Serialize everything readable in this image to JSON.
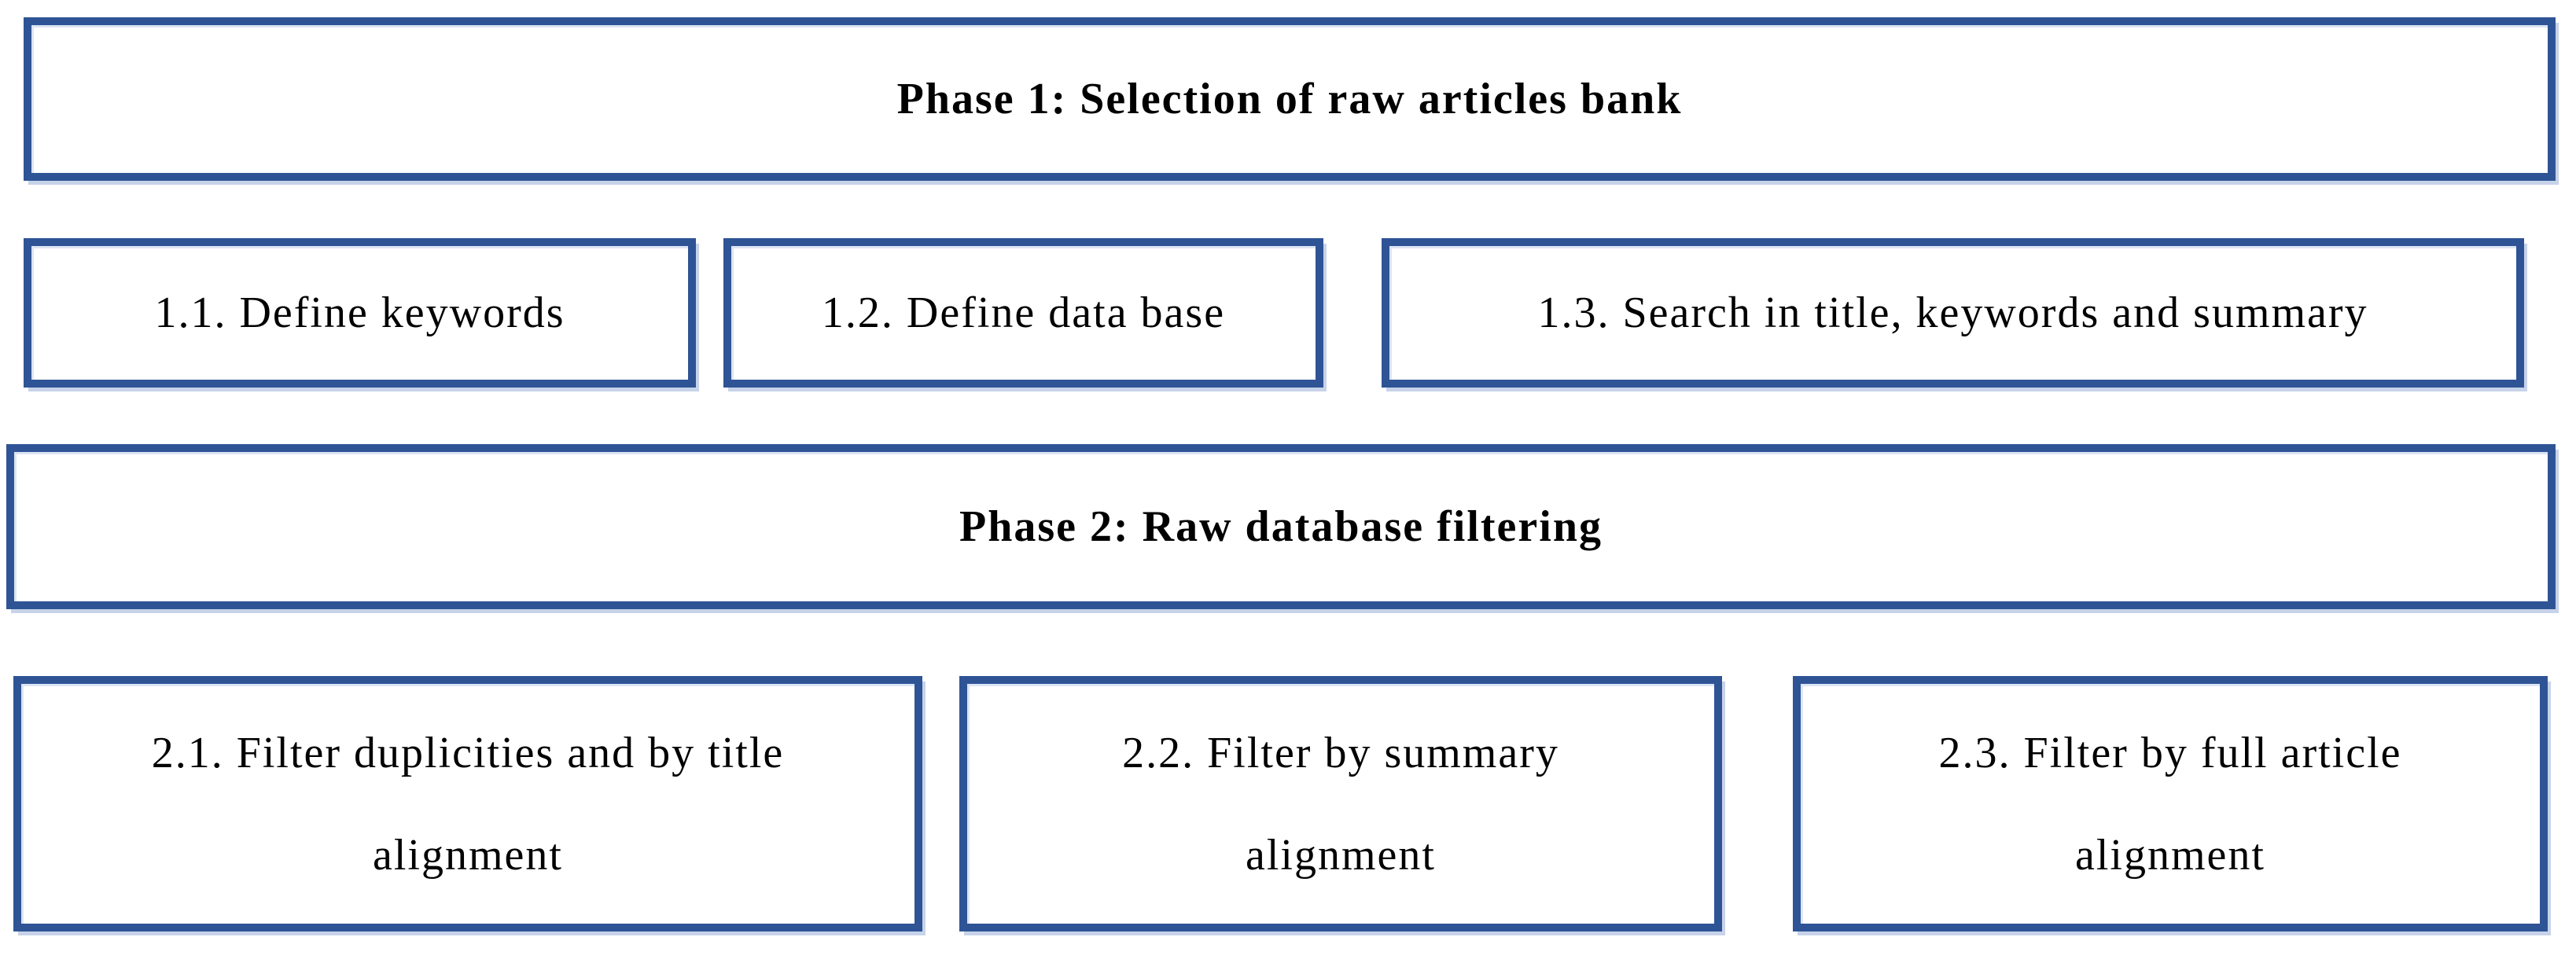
{
  "colors": {
    "border": "#2F5496",
    "text": "#000000",
    "background": "#FFFFFF",
    "shadow_outer": "#C7D3E9",
    "shadow_inner": "#DCE5F4"
  },
  "phases": [
    {
      "title": "Phase 1: Selection of raw articles bank",
      "steps": [
        {
          "lines": [
            "1.1. Define keywords"
          ]
        },
        {
          "lines": [
            "1.2. Define data base"
          ]
        },
        {
          "lines": [
            "1.3. Search in title, keywords and summary"
          ]
        }
      ]
    },
    {
      "title": "Phase 2: Raw database filtering",
      "steps": [
        {
          "lines": [
            "2.1. Filter duplicities and by title",
            "alignment"
          ]
        },
        {
          "lines": [
            "2.2. Filter by summary",
            "alignment"
          ]
        },
        {
          "lines": [
            "2.3. Filter by full article",
            "alignment"
          ]
        }
      ]
    }
  ]
}
